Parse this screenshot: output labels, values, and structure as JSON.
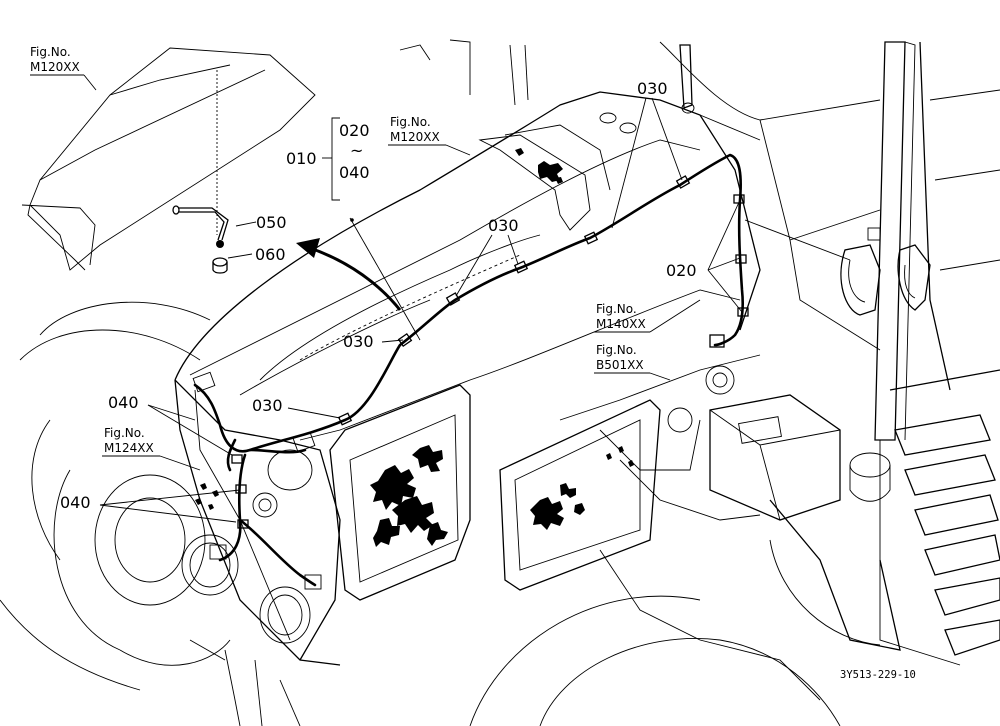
{
  "labels": {
    "fig_top_left": [
      "Fig.No.",
      "M120XX"
    ],
    "fig_hood": [
      "Fig.No.",
      "M120XX"
    ],
    "fig_right_1": [
      "Fig.No.",
      "M140XX"
    ],
    "fig_right_2": [
      "Fig.No.",
      "B501XX"
    ],
    "fig_left": [
      "Fig.No.",
      "M124XX"
    ],
    "ref_010": "010",
    "ref_020_a": "020",
    "ref_tilde": "~",
    "ref_040_a": "040",
    "ref_050": "050",
    "ref_060": "060",
    "ref_030_top": "030",
    "ref_030_mid": "030",
    "ref_030_center": "030",
    "ref_030_low": "030",
    "ref_020_right": "020",
    "ref_040_left_upper": "040",
    "ref_040_left_lower": "040",
    "drawing_code": "3Y513-229-10"
  },
  "colors": {
    "ink": "#000000",
    "paper": "#ffffff"
  }
}
